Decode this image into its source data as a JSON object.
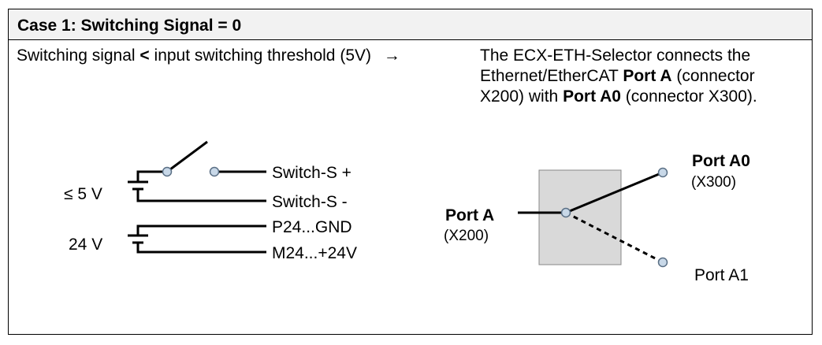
{
  "header": {
    "title": "Case 1: Switching Signal = 0"
  },
  "condition": {
    "part1": "Switching signal ",
    "lt": "<",
    "part2": " input switching threshold (5V)",
    "arrow": "→"
  },
  "result": {
    "line1": "The ECX-ETH-Selector connects the",
    "line2_pre": "Ethernet/EtherCAT ",
    "line2_bold": "Port A",
    "line2_post": " (connector",
    "line3_pre": "X200) with ",
    "line3_bold": "Port A0",
    "line3_post": " (connector X300)."
  },
  "circuit": {
    "v1": "≤ 5 V",
    "v2": "24 V",
    "switch_plus": "Switch-S +",
    "switch_minus": "Switch-S -",
    "p24": "P24...GND",
    "m24": "M24...+24V"
  },
  "selector": {
    "port_a": "Port A",
    "port_a_conn": "(X200)",
    "port_a0": "Port A0",
    "port_a0_conn": "(X300)",
    "port_a1": "Port A1"
  },
  "colors": {
    "box_fill": "#d9d9d9",
    "node_fill": "#c8d8e8",
    "node_stroke": "#5a6f85",
    "header_bg": "#f2f2f2"
  }
}
